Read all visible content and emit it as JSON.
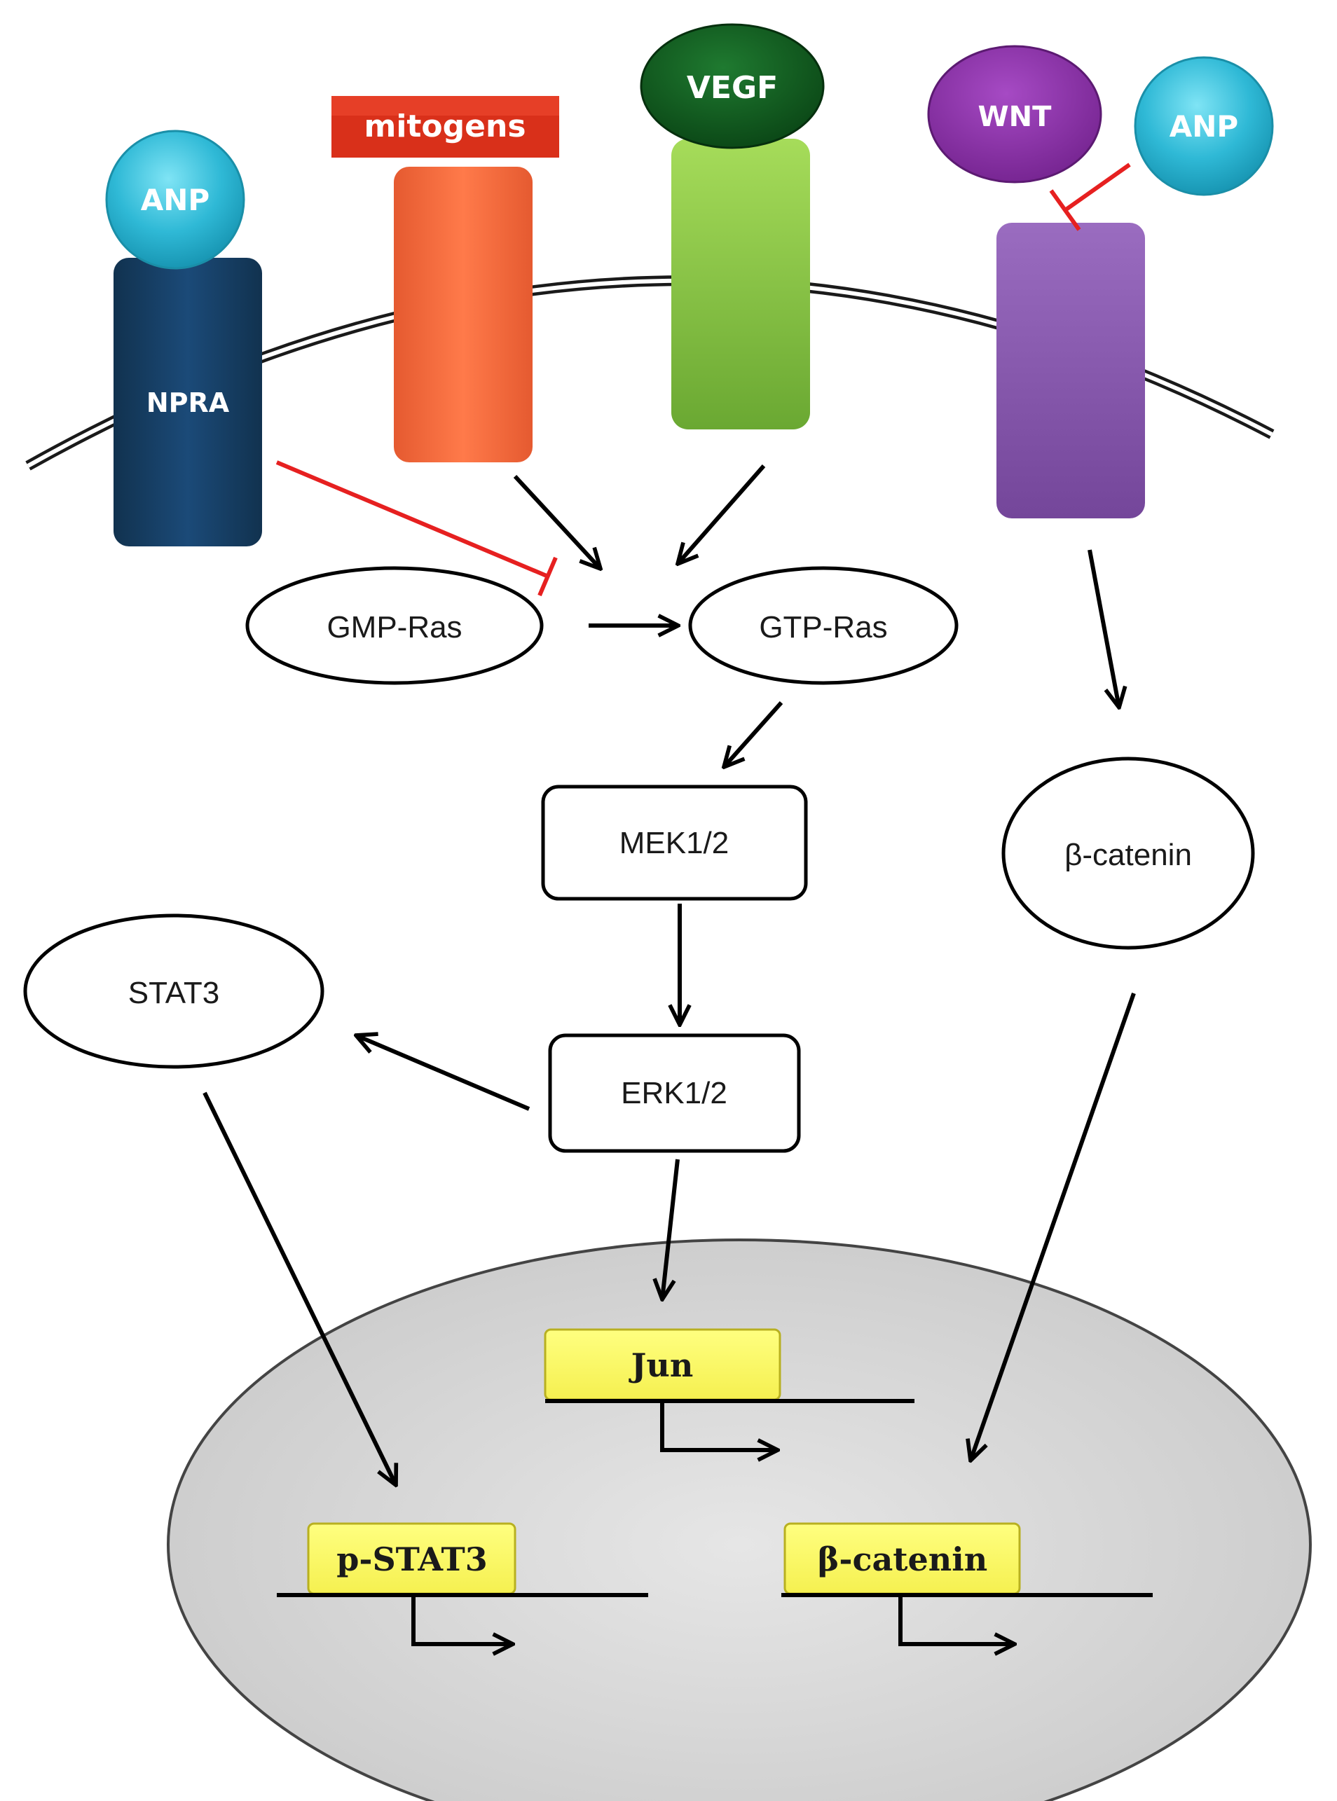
{
  "ligands": {
    "anp_left": "ANP",
    "mitogens": "mitogens",
    "vegf": "VEGF",
    "wnt": "WNT",
    "anp_right": "ANP"
  },
  "receptors": {
    "npra": "NPRA"
  },
  "nodes": {
    "gmp_ras": "GMP-Ras",
    "gtp_ras": "GTP-Ras",
    "mek": "MEK1/2",
    "erk": "ERK1/2",
    "stat3": "STAT3",
    "beta_catenin": "β-catenin"
  },
  "genes": {
    "jun": "Jun",
    "p_stat3": "p-STAT3",
    "beta_catenin": "β-catenin"
  },
  "colors": {
    "npra": "#163d66",
    "mitogen_receptor": "#f26a3f",
    "mitogens": "#d9301a",
    "vegf": "#0e5a1c",
    "vegf_receptor": "#7cc03a",
    "wnt": "#8a2fa8",
    "wnt_receptor": "#8b5ab0",
    "anp": "#22b3cf",
    "inhibition": "#e62020",
    "nucleus": "#d9d9d9",
    "gene_box": "#ffff66"
  }
}
